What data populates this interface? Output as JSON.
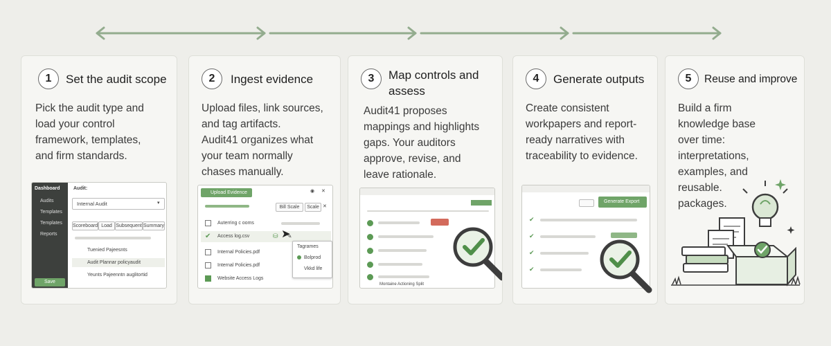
{
  "colors": {
    "accent": "#5c9a55",
    "arrow": "#93ac8e",
    "card_bg": "#f6f6f3",
    "page_bg": "#eeeeea"
  },
  "steps": [
    {
      "number": "1",
      "title": "Set the audit scope",
      "body": [
        "Pick the audit type and",
        "load your control",
        "framework, templates,",
        "and firm standards."
      ]
    },
    {
      "number": "2",
      "title": "Ingest evidence",
      "body": [
        "Upload files, link sources,",
        "and tag artifacts.",
        "Audit41 organizes what",
        "your team normally",
        "chases manually."
      ]
    },
    {
      "number": "3",
      "title": [
        "Map controls and",
        "assess"
      ],
      "body": [
        "Audit41 proposes",
        "mappings and highlights",
        "gaps. Your auditors",
        "approve, revise, and",
        "leave rationale."
      ]
    },
    {
      "number": "4",
      "title": "Generate outputs",
      "body": [
        "Create consistent",
        "workpapers and report-",
        "ready narratives with",
        "traceability to evidence."
      ]
    },
    {
      "number": "5",
      "title": "Reuse and improve",
      "body": [
        "Build a firm",
        "knowledge base",
        "over time:",
        "interpretations,",
        "examples, and",
        "reusable.",
        "packages."
      ]
    }
  ],
  "mock1": {
    "sidebar": [
      "Dashboard",
      "Audits",
      "Templates",
      "Templates",
      "Reports"
    ],
    "sidebar_button": "Save",
    "header": "Audit:",
    "select_value": "Internal Audit",
    "tabs": [
      "Scoreboard",
      "Load",
      "Subsequent",
      "Summary"
    ],
    "rows": [
      "Tuenied Pajeesnts",
      "Audit Plannar policyaudit",
      "Yeunts Pajeenntn auglitortid"
    ]
  },
  "mock2": {
    "upload_button": "Upload Evidence",
    "buttons": [
      "Bill Scale",
      "Scale"
    ],
    "header_row": "Auterring c ooms",
    "files": [
      "Access log.csv",
      "Internal Policies.pdf",
      "Internal Policies.pdf",
      "Website Access Logs"
    ],
    "popup_title": "Tagrames",
    "popup_items": [
      "Bolprod",
      "Vkkd life"
    ]
  },
  "mock3": {
    "footer_text": "Montaine Actioning Split"
  },
  "mock4": {
    "generate_button": "Generate Export"
  }
}
